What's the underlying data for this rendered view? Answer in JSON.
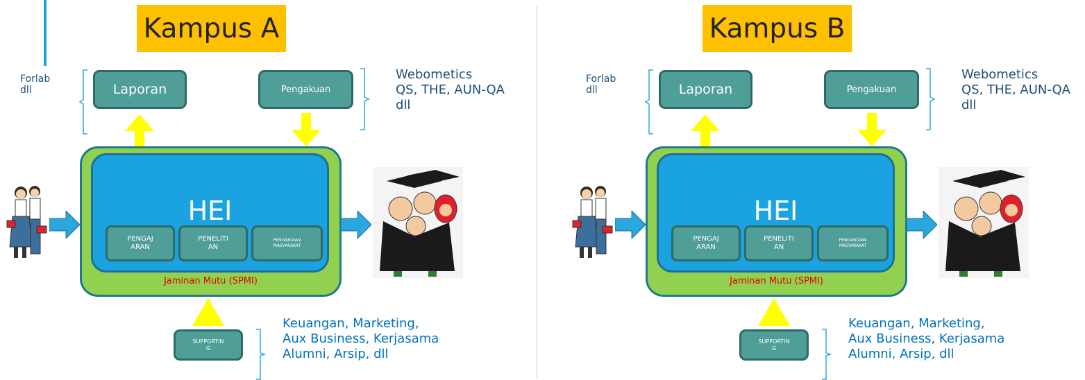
{
  "panels": [
    {
      "campus_title": "Kampus A",
      "left_note": "Forlab\ndll",
      "report_label": "Laporan",
      "recognition_label": "Pengakuan",
      "right_note": "Webometics\nQS, THE, AUN-QA\ndll",
      "hei_label": "HEI",
      "sub_units": [
        "PENGAJ\nARAN",
        "PENELITI\nAN",
        "PENGABDIAN\nMASYARAKAT"
      ],
      "qa_label": "Jaminan Mutu (SPMI)",
      "supporting_label": "SUPPORTIN\nG",
      "supporting_note": "Keuangan, Marketing,\nAux Business, Kerjasama\nAlumni, Arsip, dll"
    },
    {
      "campus_title": "Kampus B",
      "left_note": "Forlab\ndll",
      "report_label": "Laporan",
      "recognition_label": "Pengakuan",
      "right_note": "Webometics\nQS, THE, AUN-QA\ndll",
      "hei_label": "HEI",
      "sub_units": [
        "PENGAJ\nARAN",
        "PENELITI\nAN",
        "PENGABDIAN\nMASYARAKAT"
      ],
      "qa_label": "Jaminan Mutu (SPMI)",
      "supporting_label": "SUPPORTIN\nG",
      "supporting_note": "Keuangan, Marketing,\nAux Business, Kerjasama\nAlumni, Arsip, dll"
    }
  ],
  "colors": {
    "title_bg": "#ffc000",
    "teal": "#4f9e97",
    "green": "#92d050",
    "blue": "#1aa3e0",
    "arrow_yellow": "#ffff00",
    "arrow_blue": "#2aa7dd",
    "qa_red": "#e60000"
  },
  "icons": {
    "students": "students-illustration-icon",
    "graduates": "graduates-illustration-icon"
  }
}
